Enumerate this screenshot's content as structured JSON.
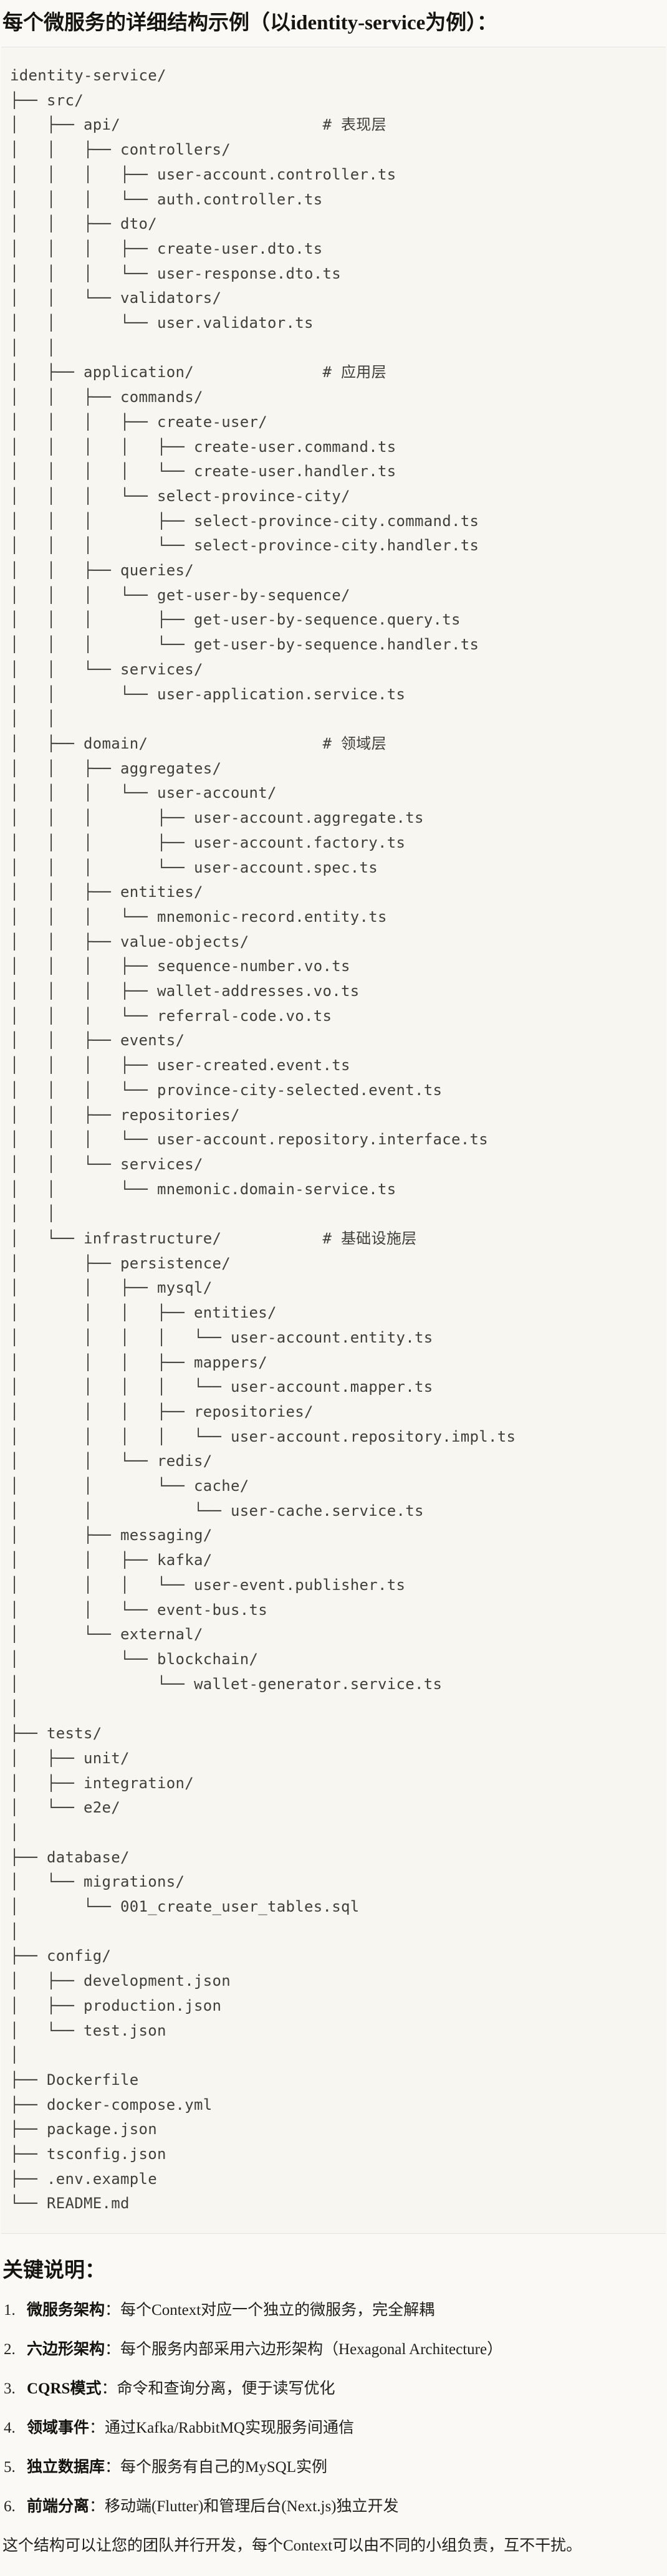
{
  "page": {
    "title": "每个微服务的详细结构示例（以identity-service为例）：",
    "notes_title": "关键说明：",
    "closing": "这个结构可以让您的团队并行开发，每个Context可以由不同的小组负责，互不干扰。"
  },
  "colors": {
    "page_bg": "#FAF9F5",
    "code_block_bg": "#F7F6F1",
    "code_block_border": "#E5E3DC",
    "code_text": "#413F3A",
    "heading_text": "#151411"
  },
  "tree": {
    "lines": [
      "identity-service/",
      "├── src/",
      "│   ├── api/                      # 表现层",
      "│   │   ├── controllers/",
      "│   │   │   ├── user-account.controller.ts",
      "│   │   │   └── auth.controller.ts",
      "│   │   ├── dto/",
      "│   │   │   ├── create-user.dto.ts",
      "│   │   │   └── user-response.dto.ts",
      "│   │   └── validators/",
      "│   │       └── user.validator.ts",
      "│   │",
      "│   ├── application/              # 应用层",
      "│   │   ├── commands/",
      "│   │   │   ├── create-user/",
      "│   │   │   │   ├── create-user.command.ts",
      "│   │   │   │   └── create-user.handler.ts",
      "│   │   │   └── select-province-city/",
      "│   │   │       ├── select-province-city.command.ts",
      "│   │   │       └── select-province-city.handler.ts",
      "│   │   ├── queries/",
      "│   │   │   └── get-user-by-sequence/",
      "│   │   │       ├── get-user-by-sequence.query.ts",
      "│   │   │       └── get-user-by-sequence.handler.ts",
      "│   │   └── services/",
      "│   │       └── user-application.service.ts",
      "│   │",
      "│   ├── domain/                   # 领域层",
      "│   │   ├── aggregates/",
      "│   │   │   └── user-account/",
      "│   │   │       ├── user-account.aggregate.ts",
      "│   │   │       ├── user-account.factory.ts",
      "│   │   │       └── user-account.spec.ts",
      "│   │   ├── entities/",
      "│   │   │   └── mnemonic-record.entity.ts",
      "│   │   ├── value-objects/",
      "│   │   │   ├── sequence-number.vo.ts",
      "│   │   │   ├── wallet-addresses.vo.ts",
      "│   │   │   └── referral-code.vo.ts",
      "│   │   ├── events/",
      "│   │   │   ├── user-created.event.ts",
      "│   │   │   └── province-city-selected.event.ts",
      "│   │   ├── repositories/",
      "│   │   │   └── user-account.repository.interface.ts",
      "│   │   └── services/",
      "│   │       └── mnemonic.domain-service.ts",
      "│   │",
      "│   └── infrastructure/           # 基础设施层",
      "│       ├── persistence/",
      "│       │   ├── mysql/",
      "│       │   │   ├── entities/",
      "│       │   │   │   └── user-account.entity.ts",
      "│       │   │   ├── mappers/",
      "│       │   │   │   └── user-account.mapper.ts",
      "│       │   │   ├── repositories/",
      "│       │   │   │   └── user-account.repository.impl.ts",
      "│       │   └── redis/",
      "│       │       └── cache/",
      "│       │           └── user-cache.service.ts",
      "│       ├── messaging/",
      "│       │   ├── kafka/",
      "│       │   │   └── user-event.publisher.ts",
      "│       │   └── event-bus.ts",
      "│       └── external/",
      "│           └── blockchain/",
      "│               └── wallet-generator.service.ts",
      "│",
      "├── tests/",
      "│   ├── unit/",
      "│   ├── integration/",
      "│   └── e2e/",
      "│",
      "├── database/",
      "│   └── migrations/",
      "│       └── 001_create_user_tables.sql",
      "│",
      "├── config/",
      "│   ├── development.json",
      "│   ├── production.json",
      "│   └── test.json",
      "│",
      "├── Dockerfile",
      "├── docker-compose.yml",
      "├── package.json",
      "├── tsconfig.json",
      "├── .env.example",
      "└── README.md"
    ]
  },
  "notes": {
    "items": [
      {
        "num": "1.",
        "term": "微服务架构",
        "desc": "：每个Context对应一个独立的微服务，完全解耦"
      },
      {
        "num": "2.",
        "term": "六边形架构",
        "desc": "：每个服务内部采用六边形架构（Hexagonal Architecture）"
      },
      {
        "num": "3.",
        "term": "CQRS模式",
        "desc": "：命令和查询分离，便于读写优化"
      },
      {
        "num": "4.",
        "term": "领域事件",
        "desc": "：通过Kafka/RabbitMQ实现服务间通信"
      },
      {
        "num": "5.",
        "term": "独立数据库",
        "desc": "：每个服务有自己的MySQL实例"
      },
      {
        "num": "6.",
        "term": "前端分离",
        "desc": "：移动端(Flutter)和管理后台(Next.js)独立开发"
      }
    ]
  }
}
